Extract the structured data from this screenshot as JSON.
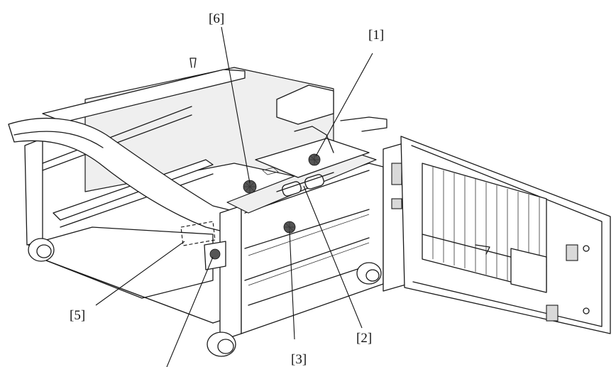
{
  "callouts": {
    "c1": "[1]",
    "c2": "[2]",
    "c3": "[3]",
    "c5": "[5]",
    "c6": "[6]"
  }
}
